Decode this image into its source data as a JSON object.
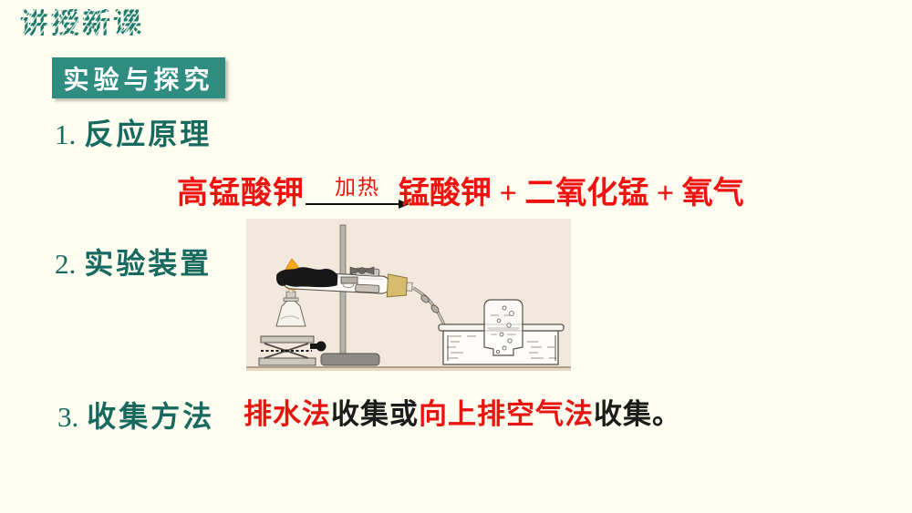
{
  "slide": {
    "header": {
      "title": "讲授新课"
    },
    "badge": {
      "label": "实验与探究"
    },
    "sections": [
      {
        "number": "1.",
        "label": "反应原理"
      },
      {
        "number": "2.",
        "label": "实验装置"
      },
      {
        "number": "3.",
        "label": "收集方法"
      }
    ],
    "equation": {
      "reactant": "高锰酸钾",
      "condition": "加热",
      "products": "锰酸钾 + 二氧化锰 + 氧气"
    },
    "collection_segments": [
      {
        "text": "排水法",
        "color": "#e8140f"
      },
      {
        "text": "收集或",
        "color": "#1c1c1c"
      },
      {
        "text": "向上排空气法",
        "color": "#e8140f"
      },
      {
        "text": "收集。",
        "color": "#1c1c1c"
      }
    ],
    "apparatus_image": "kmno4-heating-water-displacement-setup",
    "colors": {
      "background": "#fdfdf0",
      "heading_teal": "#1f7a6e",
      "section_teal": "#186a5f",
      "badge_bg": "#2e8d80",
      "badge_text": "#ffffff",
      "equation_red": "#ee1310",
      "arrow_black": "#111111",
      "figure_bg": "#f2e9dc"
    }
  }
}
